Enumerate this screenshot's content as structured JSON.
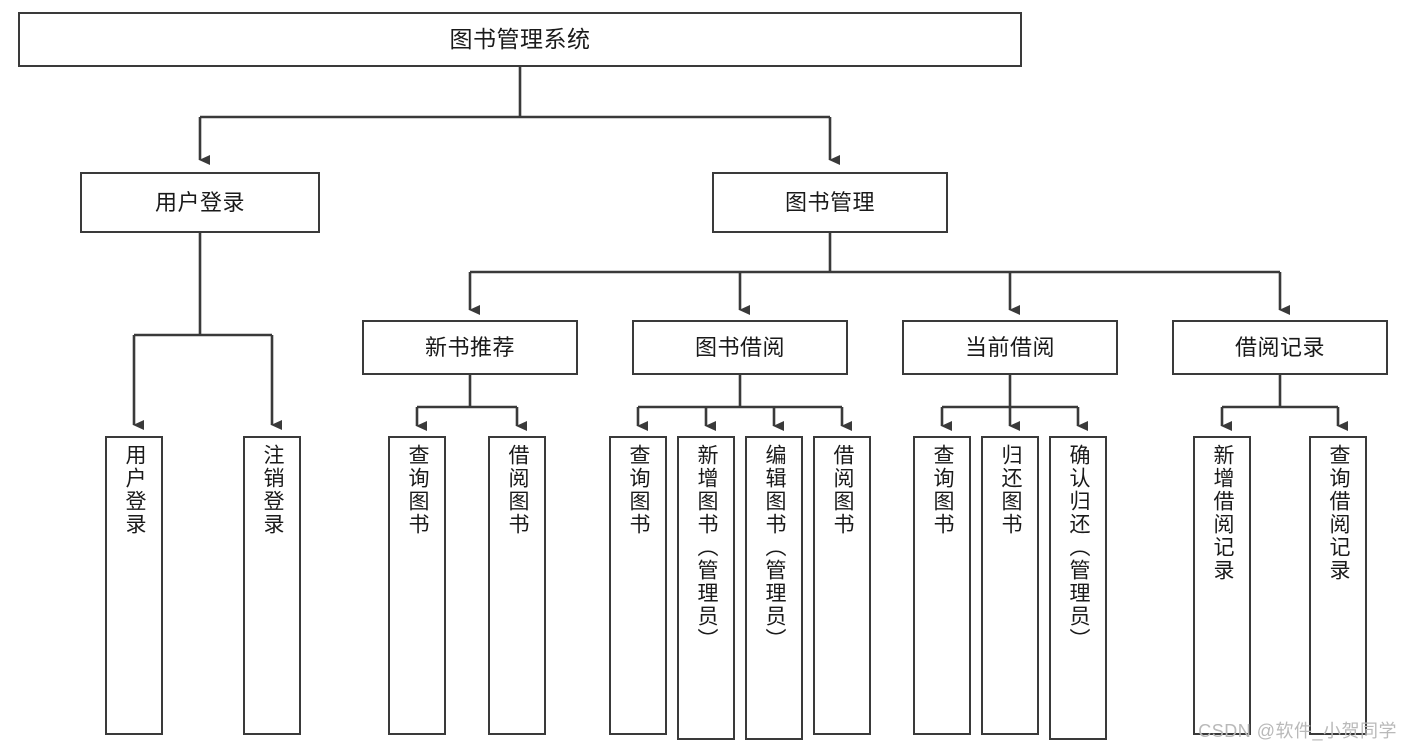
{
  "diagram": {
    "title": "图书管理系统",
    "type": "tree-hierarchy-diagram",
    "colors": {
      "box_border": "#3a3a3a",
      "box_fill": "#ffffff",
      "connector": "#3a3a3a",
      "text": "#1a1a1a",
      "watermark": "#b9b9b9",
      "background": "#ffffff"
    },
    "root": {
      "label": "图书管理系统"
    },
    "level2": [
      {
        "id": "user-login",
        "label": "用户登录"
      },
      {
        "id": "book-manage",
        "label": "图书管理"
      }
    ],
    "level3": [
      {
        "id": "new-book-recommend",
        "label": "新书推荐"
      },
      {
        "id": "book-borrow",
        "label": "图书借阅"
      },
      {
        "id": "current-borrow",
        "label": "当前借阅"
      },
      {
        "id": "borrow-record",
        "label": "借阅记录"
      }
    ],
    "leaves": {
      "user_login": [
        {
          "id": "leaf-user-login",
          "label": "用户登录"
        },
        {
          "id": "leaf-logout-login",
          "label": "注销登录"
        }
      ],
      "new_book_recommend": [
        {
          "id": "leaf-query-book-1",
          "label": "查询图书"
        },
        {
          "id": "leaf-borrow-book-1",
          "label": "借阅图书"
        }
      ],
      "book_borrow": [
        {
          "id": "leaf-query-book-2",
          "label": "查询图书"
        },
        {
          "id": "leaf-add-book",
          "label": "新增图书（管理员）"
        },
        {
          "id": "leaf-edit-book",
          "label": "编辑图书（管理员）"
        },
        {
          "id": "leaf-borrow-book-2",
          "label": "借阅图书"
        }
      ],
      "current_borrow": [
        {
          "id": "leaf-query-book-3",
          "label": "查询图书"
        },
        {
          "id": "leaf-return-book",
          "label": "归还图书"
        },
        {
          "id": "leaf-confirm-return",
          "label": "确认归还（管理员）"
        }
      ],
      "borrow_record": [
        {
          "id": "leaf-add-record",
          "label": "新增借阅记录"
        },
        {
          "id": "leaf-query-record",
          "label": "查询借阅记录"
        }
      ]
    }
  },
  "watermark": {
    "text": "CSDN @软件_小贺同学"
  }
}
